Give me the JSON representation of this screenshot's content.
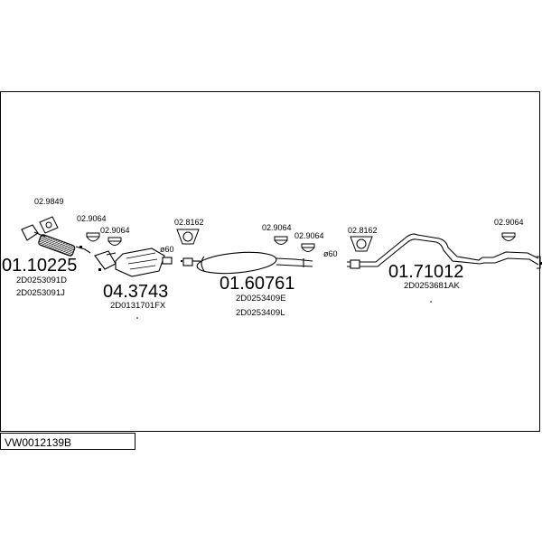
{
  "parts": {
    "p1": {
      "number": "01.10225",
      "codes": [
        "2D0253091D",
        "2D0253091J"
      ]
    },
    "p2": {
      "number": "04.3743",
      "codes": [
        "2D0131701FX"
      ]
    },
    "p3": {
      "number": "01.60761",
      "codes": [
        "2D0253409E",
        "2D0253409L"
      ]
    },
    "p4": {
      "number": "01.71012",
      "codes": [
        "2D0253681AK"
      ]
    }
  },
  "accessories": {
    "a1": "02.9849",
    "a2": "02.9064",
    "a3": "02.9064",
    "a4": "02.8162",
    "a5": "02.9064",
    "a6": "02.9064",
    "a7": "02.8162",
    "a8": "02.9064"
  },
  "diameters": {
    "d1": "ø60",
    "d2": "ø60"
  },
  "diagram_code": "VW0012139B"
}
